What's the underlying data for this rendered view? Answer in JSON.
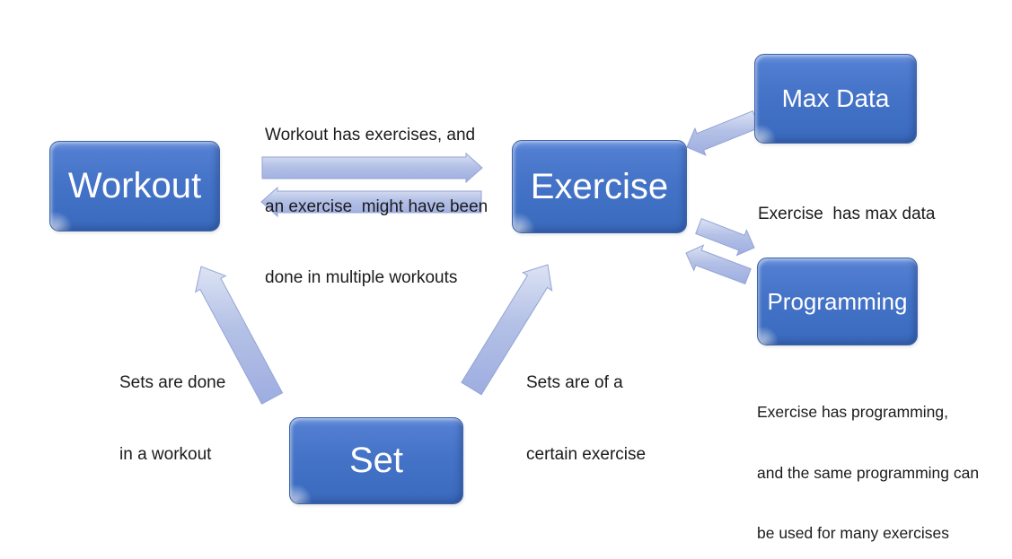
{
  "diagram": {
    "nodes": [
      {
        "id": "workout",
        "label": "Workout"
      },
      {
        "id": "exercise",
        "label": "Exercise"
      },
      {
        "id": "set",
        "label": "Set"
      },
      {
        "id": "max_data",
        "label": "Max Data"
      },
      {
        "id": "programming",
        "label": "Programming"
      }
    ],
    "annotations": [
      {
        "id": "workout-exercise",
        "lines": [
          "Workout has exercises, and",
          "an exercise  might have been",
          "done in multiple workouts"
        ]
      },
      {
        "id": "exercise-max-data",
        "lines": [
          "Exercise  has max data"
        ]
      },
      {
        "id": "set-workout",
        "lines": [
          "Sets are done",
          "in a workout"
        ]
      },
      {
        "id": "set-exercise",
        "lines": [
          "Sets are of a",
          "certain exercise"
        ]
      },
      {
        "id": "exercise-programming",
        "lines": [
          "Exercise has programming,",
          "and the same programming can",
          "be used for many exercises"
        ]
      }
    ],
    "relations": [
      {
        "from": "workout",
        "to": "exercise",
        "style": "double-one-way-pair"
      },
      {
        "from": "set",
        "to": "workout",
        "style": "one-way"
      },
      {
        "from": "set",
        "to": "exercise",
        "style": "one-way"
      },
      {
        "from": "max_data",
        "to": "exercise",
        "style": "one-way"
      },
      {
        "from": "exercise",
        "to": "programming",
        "style": "double-one-way-pair"
      }
    ],
    "colors": {
      "node_fill": "#4472c4",
      "node_fill_light": "#7398de",
      "node_border": "#3a63ab",
      "node_text": "#ffffff",
      "arrow_fill": "#b4c1e6",
      "arrow_fill_light": "#dde3f4",
      "arrow_fill_dark": "#9dade0",
      "arrow_stroke": "#93a4d6",
      "annotation_text": "#1b1b1b",
      "background": "#ffffff"
    }
  }
}
